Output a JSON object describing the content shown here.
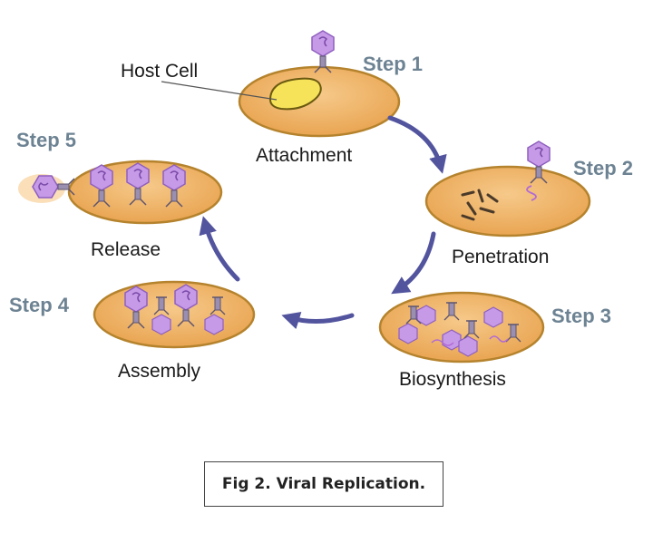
{
  "labels": {
    "host_cell": "Host Cell",
    "attachment": "Attachment",
    "penetration": "Penetration",
    "biosynthesis": "Biosynthesis",
    "assembly": "Assembly",
    "release": "Release"
  },
  "steps": {
    "step1": "Step 1",
    "step2": "Step 2",
    "step3": "Step 3",
    "step4": "Step 4",
    "step5": "Step 5"
  },
  "caption": "Fig 2. Viral Replication.",
  "colors": {
    "cell_fill": "#f0b366",
    "cell_stroke": "#b5832d",
    "virus": "#c79ae8",
    "arrow": "#52549e",
    "step_text": "#6d8393",
    "nucleus": "#f7e35a"
  }
}
